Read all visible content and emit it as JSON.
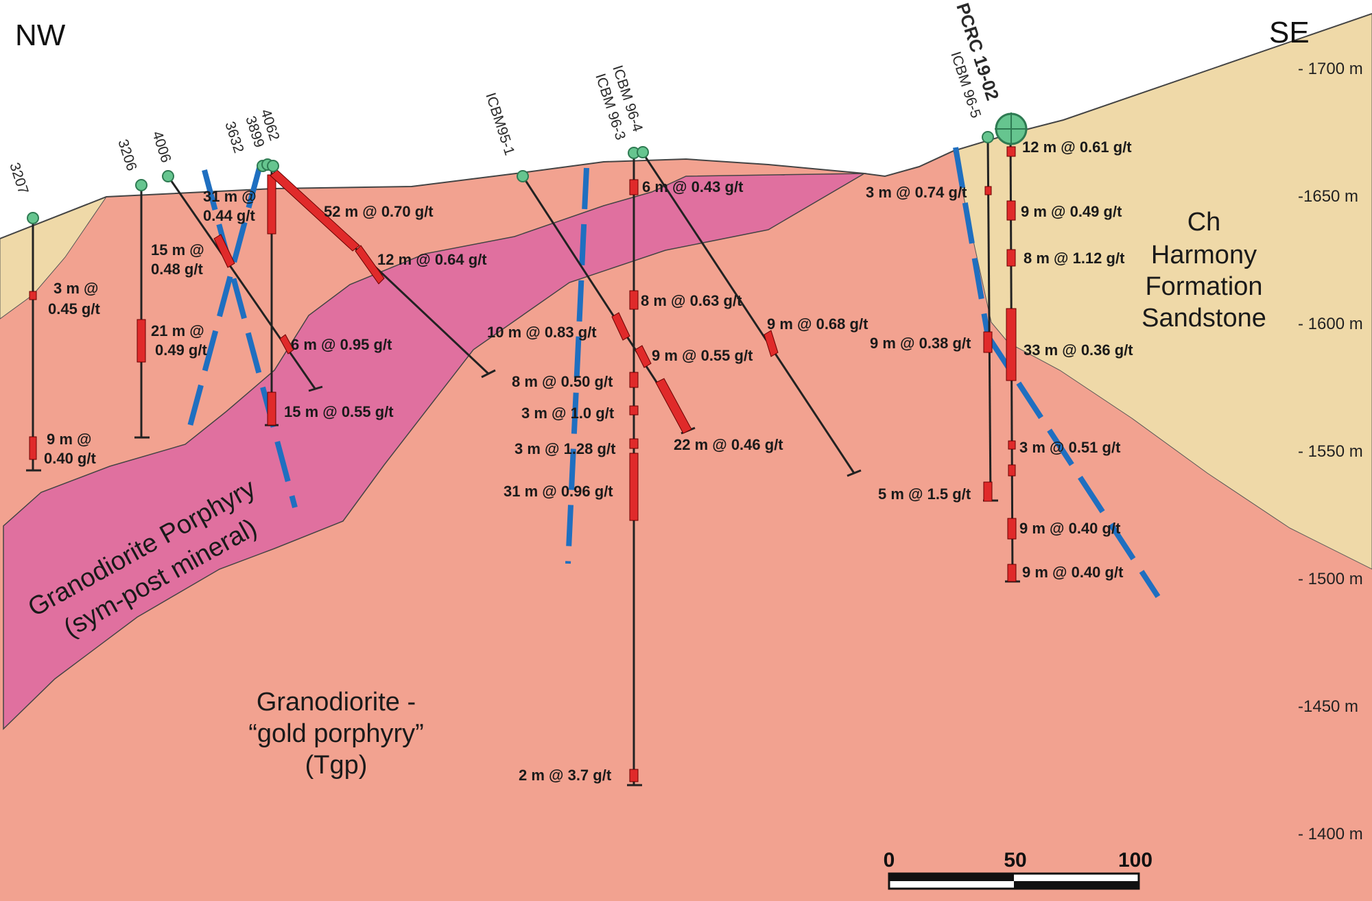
{
  "orientation": {
    "left": "NW",
    "right": "SE"
  },
  "elevation_ticks": [
    "- 1700 m",
    "-1650 m",
    "- 1600 m",
    "- 1550 m",
    "- 1500 m",
    "-1450 m",
    "- 1400 m"
  ],
  "units": {
    "porphyry_line1": "Granodiorite Porphyry",
    "porphyry_line2": "(sym-post mineral)",
    "tgp_line1": "Granodiorite -",
    "tgp_line2": "“gold porphyry”",
    "tgp_line3": "(Tgp)",
    "sandstone_line1": "Ch",
    "sandstone_line2": "Harmony",
    "sandstone_line3": "Formation",
    "sandstone_line4": "Sandstone"
  },
  "holes": {
    "h3207": "3207",
    "h3206": "3206",
    "h4006": "4006",
    "h3632": "3632",
    "h3899": "3899",
    "h4062": "4062",
    "icbm95_1": "ICBM95-1",
    "icbm96_3": "ICBM 96-3",
    "icbm96_4": "ICBM 96-4",
    "icbm96_5": "ICBM 96-5",
    "pcrc19_02": "PCRC 19-02"
  },
  "intercepts": {
    "a1": "3 m @",
    "a2": "0.45 g/t",
    "b1": "9 m @",
    "b2": "0.40 g/t",
    "c1": "15 m @",
    "c2": "0.48 g/t",
    "d1": "21 m @",
    "d2": "0.49 g/t",
    "e1": "31 m @",
    "e2": "0.44 g/t",
    "f": "52 m @ 0.70 g/t",
    "g": "12 m @ 0.64 g/t",
    "h": "6 m @ 0.95 g/t",
    "i": "15 m @ 0.55 g/t",
    "j": "6 m @ 0.43 g/t",
    "k": "8 m @ 0.63 g/t",
    "l": "10 m @ 0.83 g/t",
    "m": "9 m @ 0.55 g/t",
    "n": "9 m @ 0.68 g/t",
    "o": "8 m @ 0.50 g/t",
    "p": "3 m @ 1.0 g/t",
    "q": "3 m @ 1.28 g/t",
    "r": "22 m @ 0.46 g/t",
    "s": "31 m @ 0.96 g/t",
    "t": "2 m @ 3.7 g/t",
    "u": "3 m @ 0.74 g/t",
    "v": "9 m @ 0.38 g/t",
    "w": "5 m @ 1.5 g/t",
    "x": "12 m @ 0.61 g/t",
    "y": "9 m @ 0.49 g/t",
    "z": "8 m @ 1.12 g/t",
    "aa": "33 m @ 0.36 g/t",
    "ab": "3 m @ 0.51 g/t",
    "ac": "9 m @ 0.40 g/t",
    "ad": "9 m @ 0.40 g/t"
  },
  "scale_bar": {
    "label0": "0",
    "label50": "50",
    "label100": "100"
  },
  "colors": {
    "tgp": "#f2a290",
    "porphyry": "#e0709f",
    "sandstone": "#efd9a8",
    "fault": "#1f6fc0",
    "assay": "#e02a2a",
    "collar": "#66c58f"
  }
}
